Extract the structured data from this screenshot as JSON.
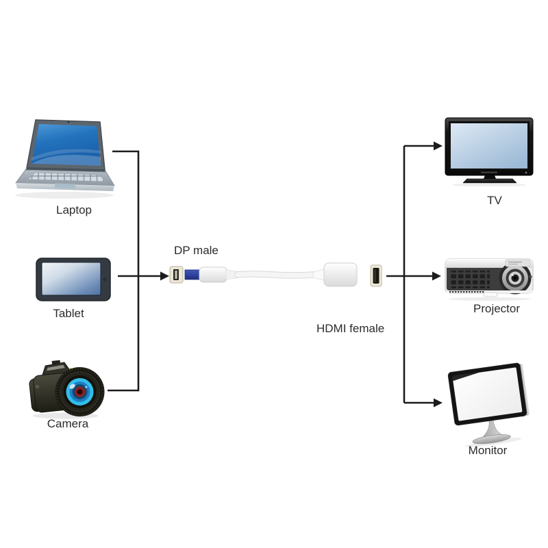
{
  "diagram": {
    "sources": [
      {
        "id": "laptop",
        "label": "Laptop"
      },
      {
        "id": "tablet",
        "label": "Tablet"
      },
      {
        "id": "camera",
        "label": "Camera"
      }
    ],
    "targets": [
      {
        "id": "tv",
        "label": "TV"
      },
      {
        "id": "projector",
        "label": "Projector"
      },
      {
        "id": "monitor",
        "label": "Monitor"
      }
    ],
    "adapter": {
      "plug_label": "DP male",
      "socket_label": "HDMI female"
    },
    "colors": {
      "connector_line": "#1c1c1c",
      "label_text": "#2b2b2b",
      "dp_plug_blue": "#2b3f9e",
      "laptop_screen_blue": "#2272bc",
      "camera_lens_cyan": "#32bdec",
      "tv_screen_blue": "#b9cfe6"
    }
  }
}
